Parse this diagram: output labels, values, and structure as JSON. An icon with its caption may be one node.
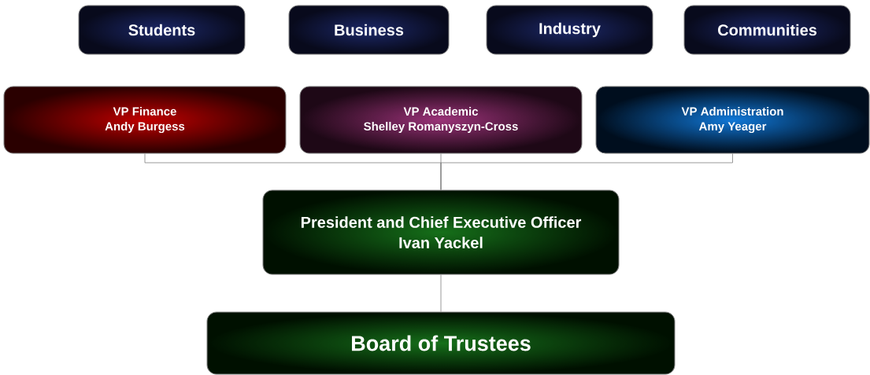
{
  "diagram": {
    "nodes": [
      {
        "text": [
          "Students"
        ]
      },
      {
        "text": [
          "Business"
        ]
      },
      {
        "text": [
          "Industry"
        ]
      },
      {
        "text": [
          "Communities"
        ]
      },
      {
        "text": [
          "VP Finance",
          "Andy Burgess"
        ]
      },
      {
        "text": [
          "VP Academic",
          "Shelley Romanyszyn-Cross"
        ]
      },
      {
        "text": [
          "VP Administration",
          "Amy Yeager"
        ]
      },
      {
        "text": [
          "President and Chief Executive Officer",
          "Ivan Yackel"
        ]
      },
      {
        "text": [
          "Board of Trustees"
        ]
      }
    ],
    "edges": [
      {
        "from": 7,
        "to": 4,
        "arrow": "none"
      },
      {
        "from": 7,
        "to": 5,
        "arrow": "none"
      },
      {
        "from": 7,
        "to": 6,
        "arrow": "none"
      },
      {
        "from": 8,
        "to": 7,
        "arrow": "none"
      }
    ]
  }
}
